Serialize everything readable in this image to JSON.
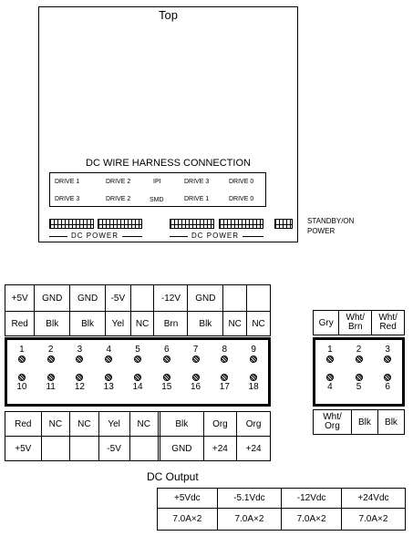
{
  "top_view": {
    "label": "Top",
    "harness_title": "DC WIRE HARNESS CONNECTION",
    "harness_row1": [
      "DRIVE 1",
      "DRIVE 2",
      "IPI",
      "DRIVE 3",
      "DRIVE 0"
    ],
    "harness_row2": [
      "DRIVE 3",
      "DRIVE 2",
      "SMD",
      "DRIVE 1",
      "DRIVE 0"
    ],
    "power_label_left": "DC POWER",
    "power_label_right": "DC POWER",
    "standby_line1": "STANDBY/ON",
    "standby_line2": "POWER"
  },
  "connector18": {
    "top_voltages": [
      "+5V",
      "GND",
      "GND",
      "-5V",
      "",
      "-12V",
      "GND",
      "",
      ""
    ],
    "top_colors": [
      "Red",
      "Blk",
      "Blk",
      "Yel",
      "NC",
      "Brn",
      "Blk",
      "NC",
      "NC"
    ],
    "pins_top": [
      "1",
      "2",
      "3",
      "4",
      "5",
      "6",
      "7",
      "8",
      "9"
    ],
    "pins_bottom": [
      "10",
      "11",
      "12",
      "13",
      "14",
      "15",
      "16",
      "17",
      "18"
    ],
    "bottom_colors": [
      "Red",
      "NC",
      "NC",
      "Yel",
      "NC",
      "",
      "Blk",
      "Org",
      "Org"
    ],
    "bottom_voltages": [
      "+5V",
      "",
      "",
      "-5V",
      "",
      "",
      "GND",
      "+24",
      "+24"
    ]
  },
  "connector6": {
    "top_colors": [
      "Gry",
      "Wht/Brn",
      "Wht/Red"
    ],
    "pins_top": [
      "1",
      "2",
      "3"
    ],
    "pins_bottom": [
      "4",
      "5",
      "6"
    ],
    "bottom_colors": [
      "Wht/Org",
      "Blk",
      "Blk"
    ]
  },
  "dc_output": {
    "title": "DC Output",
    "headers": [
      "+5Vdc",
      "-5.1Vdc",
      "-12Vdc",
      "+24Vdc"
    ],
    "values": [
      "7.0A×2",
      "7.0A×2",
      "7.0A×2",
      "7.0A×2"
    ]
  }
}
